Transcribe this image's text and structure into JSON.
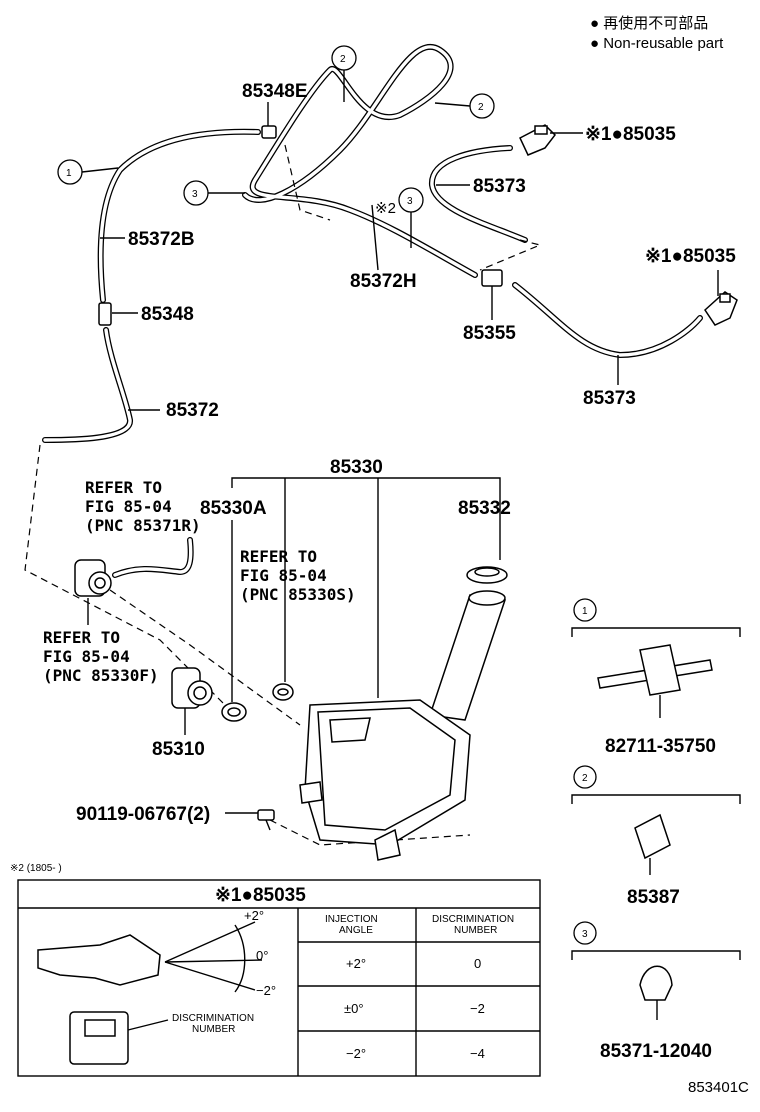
{
  "legend": {
    "line1": "● 再使用不可部品",
    "line2": "● Non-reusable part"
  },
  "labels": {
    "p85348E": "85348E",
    "p85035_a": "※1●85035",
    "p85373_a": "85373",
    "p85372B": "85372B",
    "p85348": "85348",
    "p85372H": "85372H",
    "p85035_b": "※1●85035",
    "p85355": "85355",
    "p85372": "85372",
    "p85373_b": "85373",
    "p85330": "85330",
    "p85330A": "85330A",
    "p85332": "85332",
    "p85310": "85310",
    "p90119": "90119-06767(2)",
    "note2": "※2",
    "note2_range": "※2 (1805-        )",
    "drawing_code": "853401C"
  },
  "refs": {
    "ref1": [
      "REFER TO",
      "FIG 85-04",
      "(PNC 85371R)"
    ],
    "ref2": [
      "REFER TO",
      "FIG 85-04",
      "(PNC 85330S)"
    ],
    "ref3": [
      "REFER TO",
      "FIG 85-04",
      "(PNC 85330F)"
    ]
  },
  "callouts": {
    "c1": "1",
    "c2": "2",
    "c3": "3"
  },
  "details": [
    {
      "num": "1",
      "part": "82711-35750"
    },
    {
      "num": "2",
      "part": "85387"
    },
    {
      "num": "3",
      "part": "85371-12040"
    }
  ],
  "table": {
    "title": "※1●85035",
    "angle_marks": [
      "+2°",
      "0°",
      "−2°"
    ],
    "disc_label": "DISCRIMINATION\nNUMBER",
    "headers": [
      "INJECTION\nANGLE",
      "DISCRIMINATION\nNUMBER"
    ],
    "rows": [
      [
        "+2°",
        "0"
      ],
      [
        "±0°",
        "−2"
      ],
      [
        "−2°",
        "−4"
      ]
    ]
  }
}
